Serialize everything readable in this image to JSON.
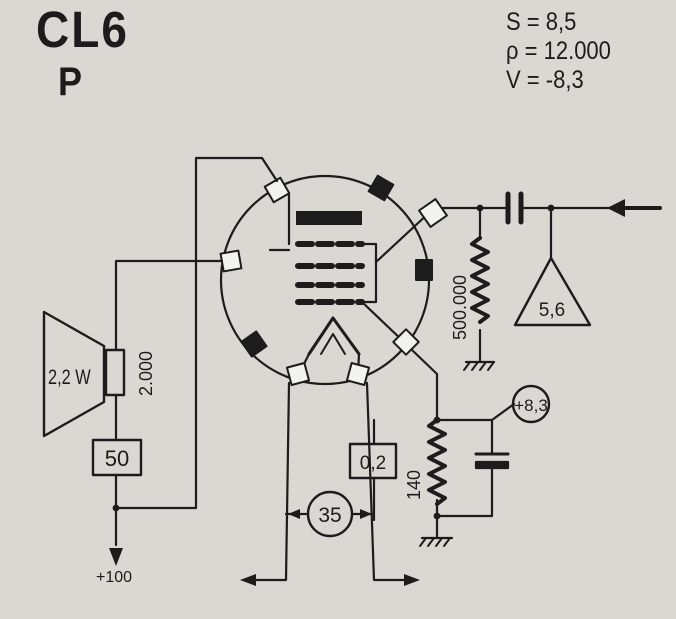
{
  "tube": {
    "type": "CL6",
    "variant": "P"
  },
  "params": [
    {
      "label": "S",
      "value": "8,5"
    },
    {
      "label": "ρ",
      "value": "12.000"
    },
    {
      "label": "V",
      "value": "-8,3"
    }
  ],
  "components": {
    "speaker": "2,2 W",
    "output_resistor": "2.000",
    "screen_resistor": "50",
    "supply": "+100",
    "grid_resistor": "500.000",
    "input_triangle": "5,6",
    "cathode_voltage": "+8,3",
    "cathode_resistor": "140",
    "heater_resistor": "0,2",
    "heater_voltage": "35"
  }
}
